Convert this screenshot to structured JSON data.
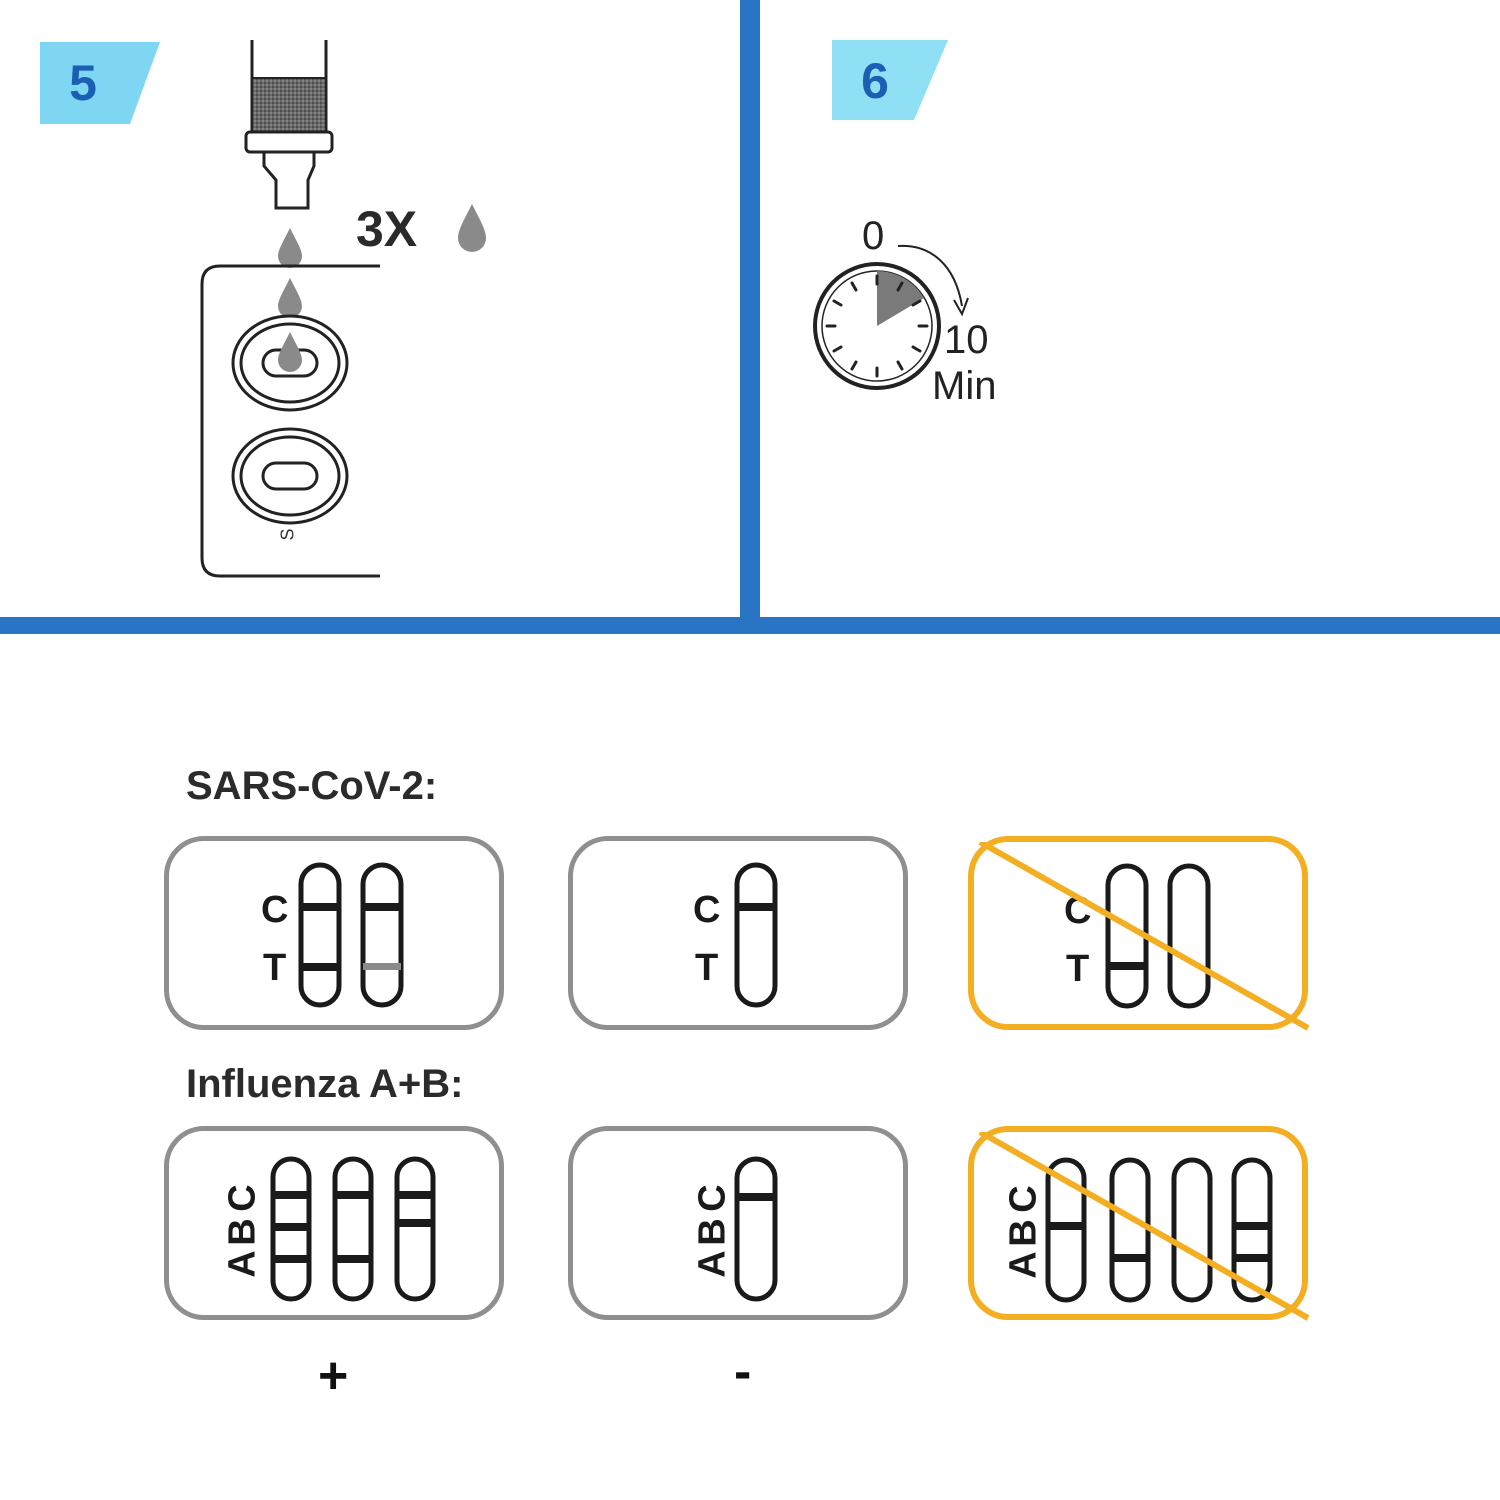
{
  "steps": [
    {
      "number": "5",
      "repeat_label": "3X"
    },
    {
      "number": "6",
      "timer": {
        "start": "0",
        "end": "10",
        "unit": "Min"
      }
    }
  ],
  "cassette_port_label": "S",
  "results": {
    "sars": {
      "title": "SARS-CoV-2:",
      "line_labels": [
        "C",
        "T"
      ]
    },
    "flu": {
      "title": "Influenza A+B:",
      "line_labels": [
        "C",
        "B",
        "A"
      ]
    },
    "signs": {
      "positive": "+",
      "negative": "-"
    }
  },
  "colors": {
    "divider": "#2a74c4",
    "badge": "#7fd6f2",
    "badge_text": "#1a5fb4",
    "invalid": "#f3ae22",
    "card_border": "#8f8f8f",
    "drop": "#8a8a8a"
  },
  "icons": [
    "dropper-icon",
    "drop-icon",
    "test-cassette-icon",
    "timer-icon",
    "test-strip-icon",
    "invalid-strike-icon"
  ]
}
